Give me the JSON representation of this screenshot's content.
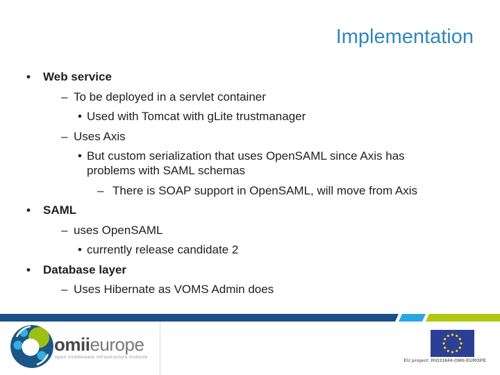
{
  "slide": {
    "title": "Implementation",
    "bullets": [
      {
        "level": 1,
        "bold": true,
        "marker": "•",
        "text": "Web service"
      },
      {
        "level": 2,
        "bold": false,
        "marker": "–",
        "text": "To be deployed in a servlet container"
      },
      {
        "level": 3,
        "bold": false,
        "marker": "•",
        "text": "Used with Tomcat with gLite trustmanager"
      },
      {
        "level": 2,
        "bold": false,
        "marker": "–",
        "text": "Uses Axis"
      },
      {
        "level": 3,
        "bold": false,
        "marker": "•",
        "text": "But custom serialization that uses OpenSAML since Axis has problems with SAML schemas"
      },
      {
        "level": 4,
        "bold": false,
        "marker": "–",
        "text": "There is SOAP support in OpenSAML, will move from Axis"
      },
      {
        "level": 1,
        "bold": true,
        "marker": "•",
        "text": "SAML"
      },
      {
        "level": 2,
        "bold": false,
        "marker": "–",
        "text": "uses OpenSAML"
      },
      {
        "level": 3,
        "bold": false,
        "marker": "•",
        "text": "currently release candidate 2"
      },
      {
        "level": 1,
        "bold": true,
        "marker": "•",
        "text": "Database layer"
      },
      {
        "level": 2,
        "bold": false,
        "marker": "–",
        "text": "Uses Hibernate as VOMS Admin does"
      }
    ]
  },
  "footer": {
    "logo": {
      "brand_bold": "omii",
      "brand_light": "europe",
      "tagline": "open middleware infrastructure institute"
    },
    "eu_project_label": "EU project: RIO31844-OMII-EUROPE"
  },
  "colors": {
    "title_blue": "#2E87BE",
    "heading_navy": "#1F2C6E",
    "body_text": "#202020",
    "bar_navy": "#1A4F88",
    "bar_cyan": "#29A8DF",
    "bar_green": "#AEC90F",
    "logo_blue": "#1C5687",
    "logo_green": "#9DC017",
    "logo_cyan": "#35AEE0",
    "flag_blue": "#2B3F94",
    "flag_star_yellow": "#FFD617"
  }
}
